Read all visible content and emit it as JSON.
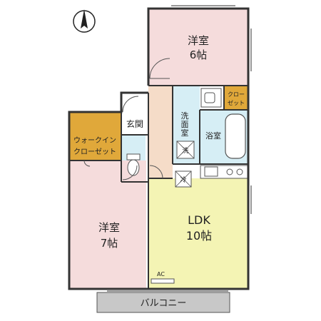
{
  "floorplan": {
    "compass": {
      "glyph": "▲"
    },
    "rooms": {
      "bedroom_north": {
        "name": "洋室",
        "size": "6帖",
        "color": "#f5dcdc"
      },
      "walk_in_closet": {
        "name_line1": "ウォークイン",
        "name_line2": "クローゼット",
        "color": "#e0a83a"
      },
      "bedroom_west": {
        "name": "洋室",
        "size": "7帖",
        "color": "#f5dcdc"
      },
      "ldk": {
        "name": "LDK",
        "size": "10帖",
        "color": "#f4f4b4"
      },
      "entrance": {
        "name": "玄関",
        "color": "#ffffff"
      },
      "washroom": {
        "line1": "洗",
        "line2": "面",
        "line3": "室",
        "color": "#d6eef5"
      },
      "bathroom": {
        "name": "浴室",
        "color": "#d6eef5"
      },
      "closet": {
        "line1": "クロー",
        "line2": "ゼット",
        "color": "#e0a83a"
      },
      "corridor": {
        "color": "#f5dcc8"
      },
      "toilet": {
        "color": "#d6eef5"
      },
      "balcony": {
        "name": "バルコニー",
        "color": "#c8c8c8"
      }
    },
    "markers": {
      "ac": "AC",
      "washer": "洗",
      "fridge": "冷"
    }
  }
}
